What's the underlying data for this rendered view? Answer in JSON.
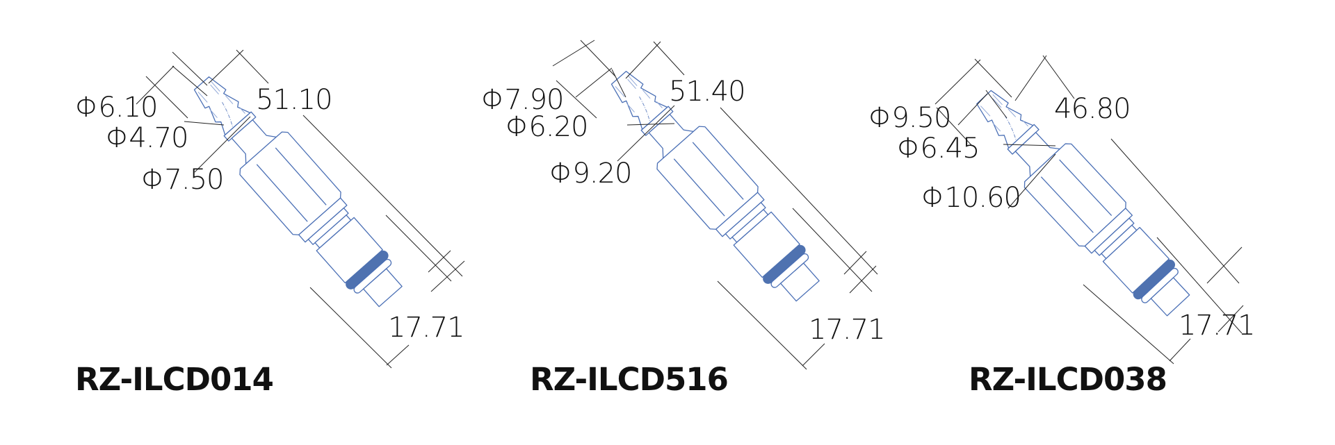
{
  "colors": {
    "outline": "#4a6fb5",
    "oring": "#4f72b0",
    "dimension": "#222222",
    "text": "#111111"
  },
  "drawings": [
    {
      "model": "RZ-ILCD014",
      "overall_length": "51.10",
      "end_length": "17.71",
      "diameters": [
        "Φ6.10",
        "Φ4.70",
        "Φ7.50"
      ]
    },
    {
      "model": "RZ-ILCD516",
      "overall_length": "51.40",
      "end_length": "17.71",
      "diameters": [
        "Φ7.90",
        "Φ6.20",
        "Φ9.20"
      ]
    },
    {
      "model": "RZ-ILCD038",
      "overall_length": "46.80",
      "end_length": "17.71",
      "diameters": [
        "Φ9.50",
        "Φ6.45",
        "Φ10.60"
      ]
    }
  ]
}
